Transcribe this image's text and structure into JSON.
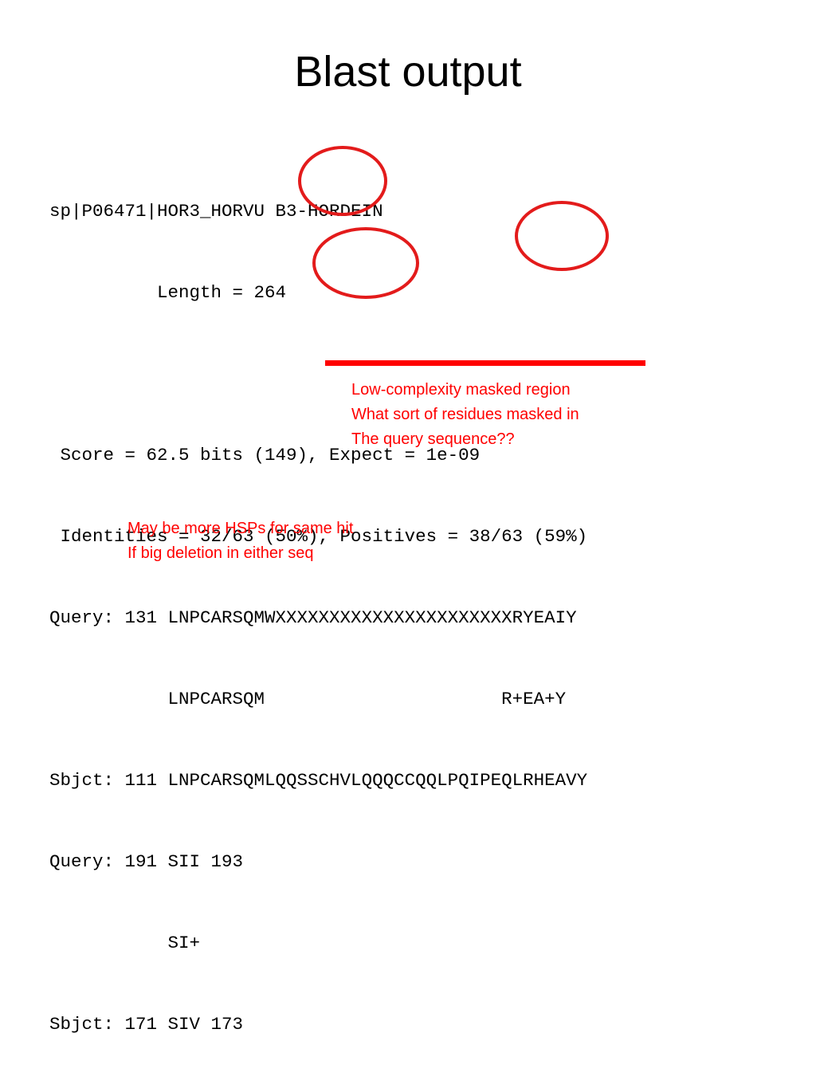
{
  "slide": {
    "title": "Blast output"
  },
  "blast": {
    "lines": [
      "sp|P06471|HOR3_HORVU B3-HORDEIN",
      "          Length = 264",
      "",
      " Score = 62.5 bits (149), Expect = 1e-09",
      " Identities = 32/63 (50%), Positives = 38/63 (59%)",
      "Query: 131 LNPCARSQMWXXXXXXXXXXXXXXXXXXXXXXRYEAIY",
      "           LNPCARSQM                      R+EA+Y",
      "Sbjct: 111 LNPCARSQMLQQSSCHVLQQQCCQQLPQIPEQLRHEAVY",
      "Query: 191 SII 193",
      "           SI+",
      "Sbjct: 171 SIV 173"
    ]
  },
  "annotations": {
    "low_complexity": [
      "Low-complexity masked region",
      "What sort of residues masked in",
      "The query sequence??"
    ],
    "hsp_note": [
      "May be more HSPs for same hit",
      "If big deletion in either seq"
    ]
  },
  "colors": {
    "annotation": "#ff0000",
    "text": "#000000",
    "background": "#ffffff"
  }
}
